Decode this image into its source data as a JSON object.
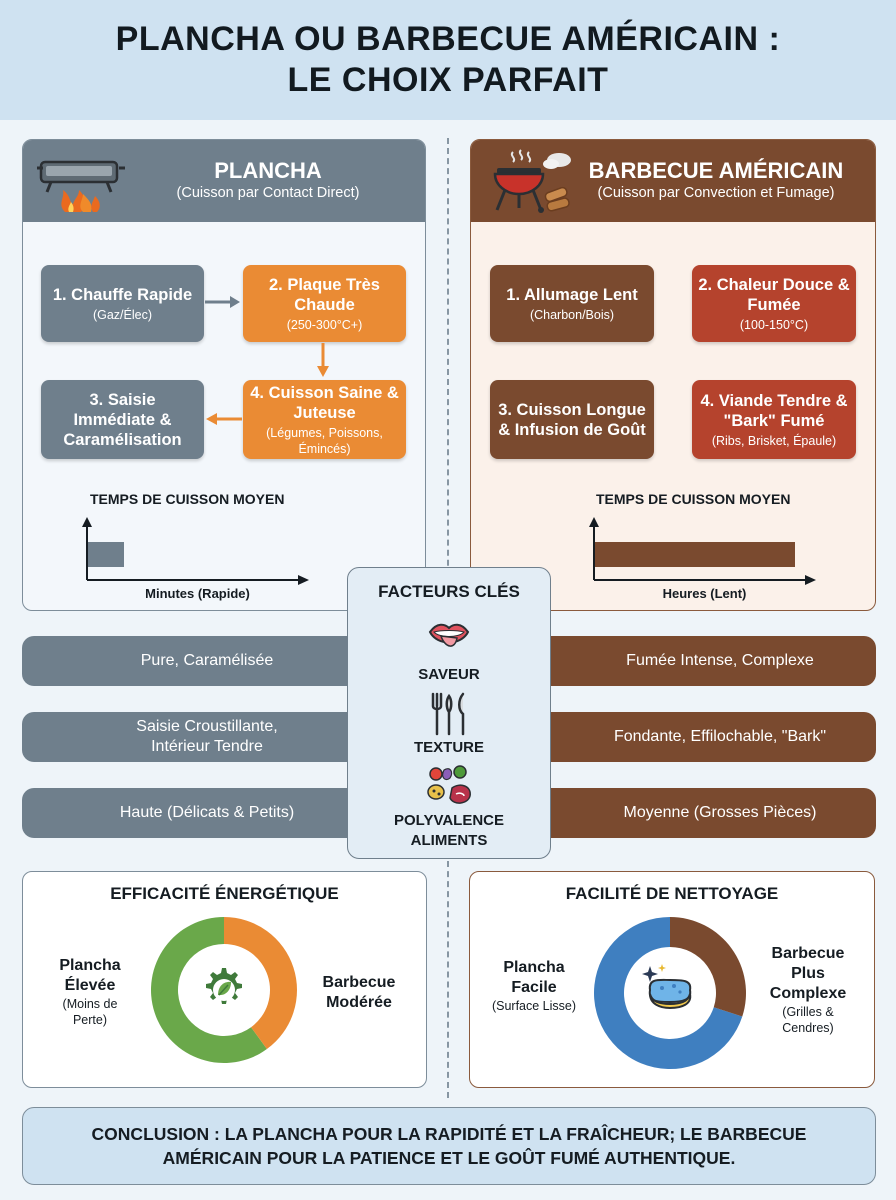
{
  "title": {
    "line1": "PLANCHA OU BARBECUE AMÉRICAIN :",
    "line2": "LE CHOIX PARFAIT"
  },
  "plancha": {
    "title": "PLANCHA",
    "subtitle": "(Cuisson par Contact Direct)",
    "steps": [
      {
        "title": "1. Chauffe Rapide",
        "detail": "(Gaz/Élec)"
      },
      {
        "title": "2. Plaque Très Chaude",
        "detail": "(250-300°C+)"
      },
      {
        "title": "3. Saisie Immédiate & Caramélisation",
        "detail": ""
      },
      {
        "title": "4. Cuisson Saine & Juteuse",
        "detail": "(Légumes, Poissons, Émincés)"
      }
    ],
    "time_title": "TEMPS DE CUISSON MOYEN",
    "time_axis_label": "Minutes (Rapide)",
    "time_fraction": 0.17
  },
  "barbecue": {
    "title": "BARBECUE AMÉRICAIN",
    "subtitle": "(Cuisson par Convection et Fumage)",
    "steps": [
      {
        "title": "1. Allumage Lent",
        "detail": "(Charbon/Bois)"
      },
      {
        "title": "2. Chaleur Douce & Fumée",
        "detail": "(100-150°C)"
      },
      {
        "title": "3. Cuisson Longue & Infusion de Goût",
        "detail": ""
      },
      {
        "title": "4. Viande Tendre & \"Bark\" Fumé",
        "detail": "(Ribs, Brisket, Épaule)"
      }
    ],
    "time_title": "TEMPS DE CUISSON MOYEN",
    "time_axis_label": "Heures (Lent)",
    "time_fraction": 0.95
  },
  "factors": {
    "title": "FACTEURS CLÉS",
    "items": [
      {
        "label": "SAVEUR",
        "icon": "mouth-icon",
        "plancha": "Pure, Caramélisée",
        "barbecue": "Fumée Intense, Complexe"
      },
      {
        "label": "TEXTURE",
        "icon": "utensils-icon",
        "plancha": "Saisie Croustillante, Intérieur Tendre",
        "barbecue": "Fondante, Effilochable, \"Bark\""
      },
      {
        "label": "POLYVALENCE ALIMENTS",
        "icon": "food-icon",
        "plancha": "Haute (Délicats & Petits)",
        "barbecue": "Moyenne (Grosses Pièces)"
      }
    ]
  },
  "energy": {
    "title": "EFFICACITÉ ÉNERGÉTIQUE",
    "left_main": "Plancha Élevée",
    "left_sub": "(Moins de Perte)",
    "right_main": "Barbecue Modérée",
    "right_sub": "",
    "icon": "eco-gear-icon"
  },
  "cleaning": {
    "title": "FACILITÉ DE NETTOYAGE",
    "left_main": "Plancha Facile",
    "left_sub": "(Surface Lisse)",
    "right_main": "Barbecue Plus Complexe",
    "right_sub": "(Grilles & Cendres)",
    "icon": "sponge-icon"
  },
  "chart_data": [
    {
      "type": "pie",
      "title": "EFFICACITÉ ÉNERGÉTIQUE",
      "slices": [
        {
          "label": "Plancha Élevée",
          "value": 60,
          "color": "#6aa84a"
        },
        {
          "label": "Barbecue Modérée",
          "value": 40,
          "color": "#ea8b34"
        }
      ]
    },
    {
      "type": "pie",
      "title": "FACILITÉ DE NETTOYAGE",
      "slices": [
        {
          "label": "Plancha Facile",
          "value": 70,
          "color": "#3f7fc0"
        },
        {
          "label": "Barbecue Plus Complexe",
          "value": 30,
          "color": "#7a4a2f"
        }
      ]
    }
  ],
  "conclusion": "CONCLUSION : LA PLANCHA POUR LA RAPIDITÉ ET LA FRAÎCHEUR; LE BARBECUE AMÉRICAIN POUR LA PATIENCE ET LE GOÛT FUMÉ AUTHENTIQUE.",
  "colors": {
    "gray": "#6f7f8c",
    "orange": "#ea8b34",
    "brown": "#7a4a2f",
    "red": "#b5432d",
    "green": "#6aa84a",
    "blue": "#3f7fc0"
  }
}
